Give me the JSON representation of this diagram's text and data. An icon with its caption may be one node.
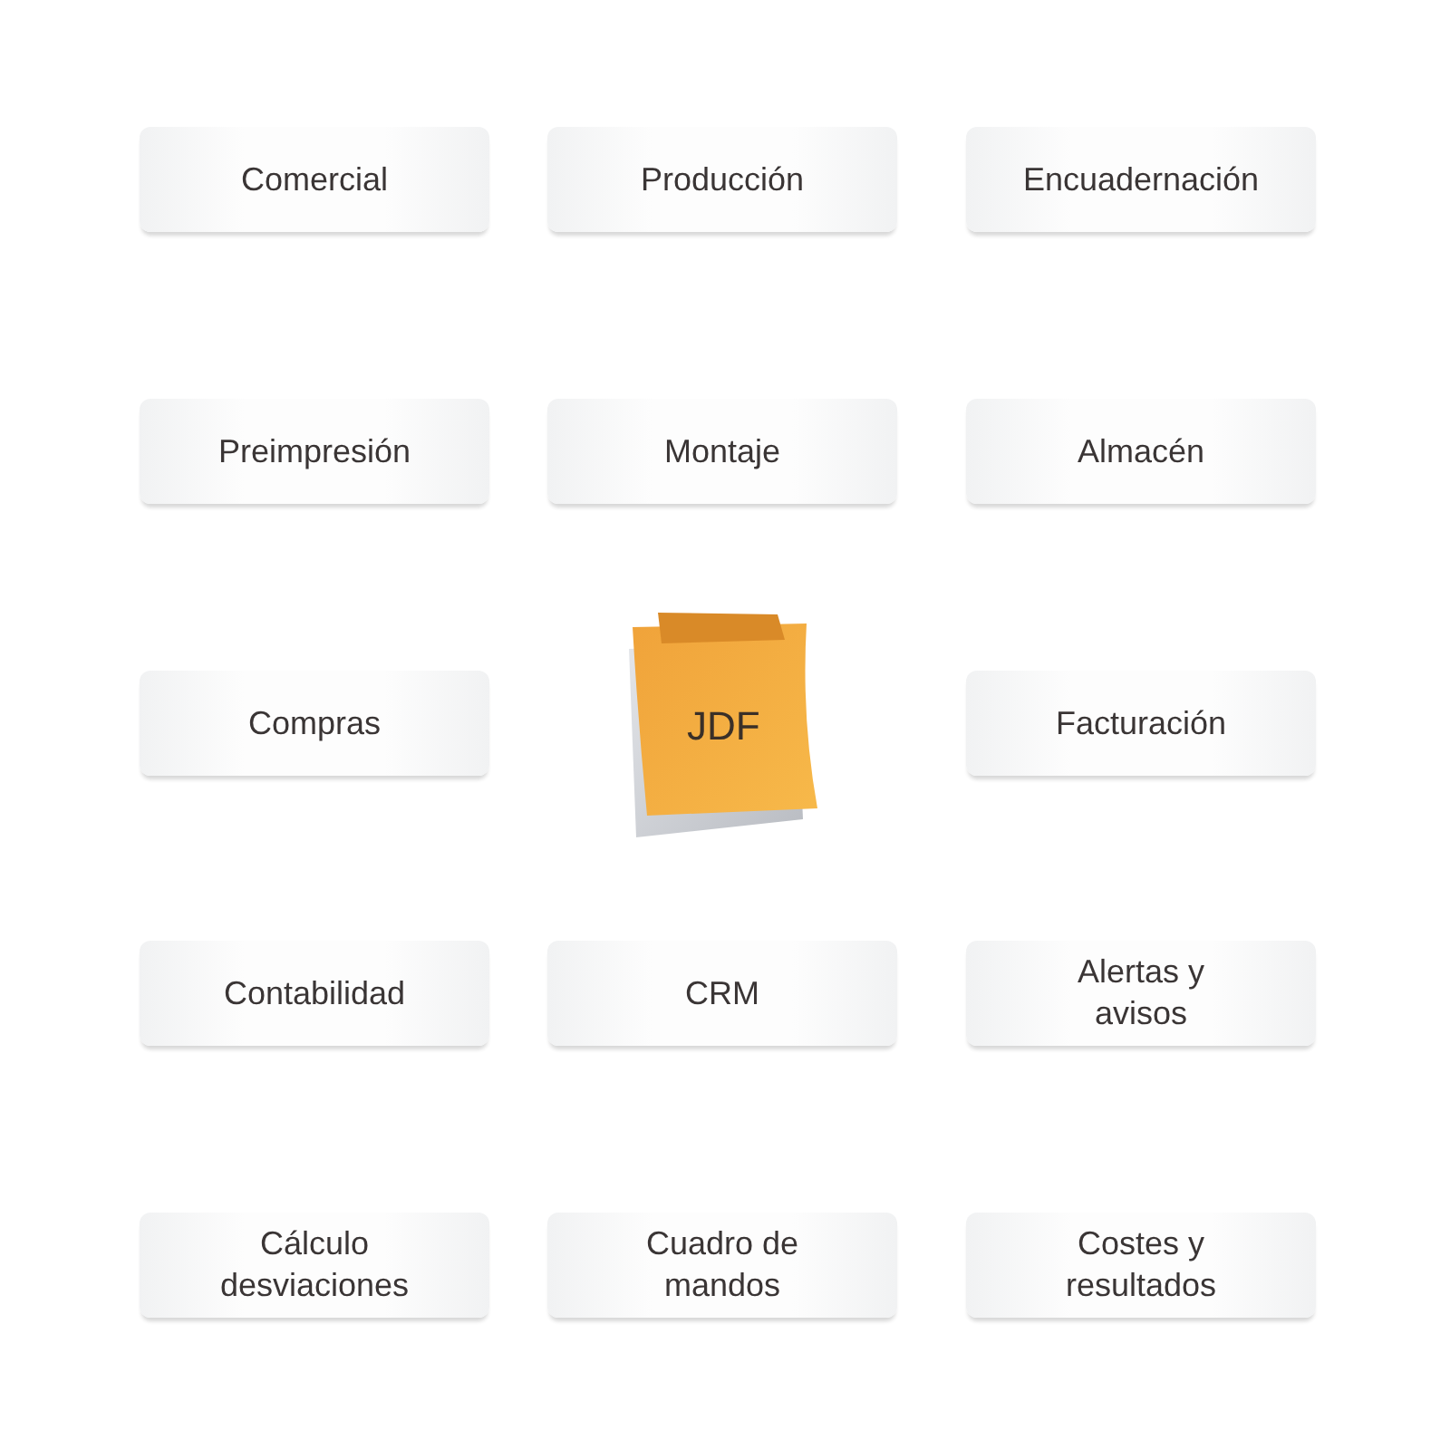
{
  "diagram": {
    "nodes": [
      {
        "text": [
          "Comercial"
        ]
      },
      {
        "text": [
          "Producción"
        ]
      },
      {
        "text": [
          "Encuadernación"
        ]
      },
      {
        "text": [
          "Preimpresión"
        ]
      },
      {
        "text": [
          "Montaje"
        ]
      },
      {
        "text": [
          "Almacén"
        ]
      },
      {
        "text": [
          "Compras"
        ]
      },
      {
        "text": [
          "JDF"
        ]
      },
      {
        "text": [
          "Facturación"
        ]
      },
      {
        "text": [
          "Contabilidad"
        ]
      },
      {
        "text": [
          "CRM"
        ]
      },
      {
        "text": [
          "Alertas y avisos"
        ]
      },
      {
        "text": [
          "Cálculo desviaciones"
        ]
      },
      {
        "text": [
          "Cuadro de mandos"
        ]
      },
      {
        "text": [
          "Costes y resultados"
        ]
      }
    ]
  }
}
